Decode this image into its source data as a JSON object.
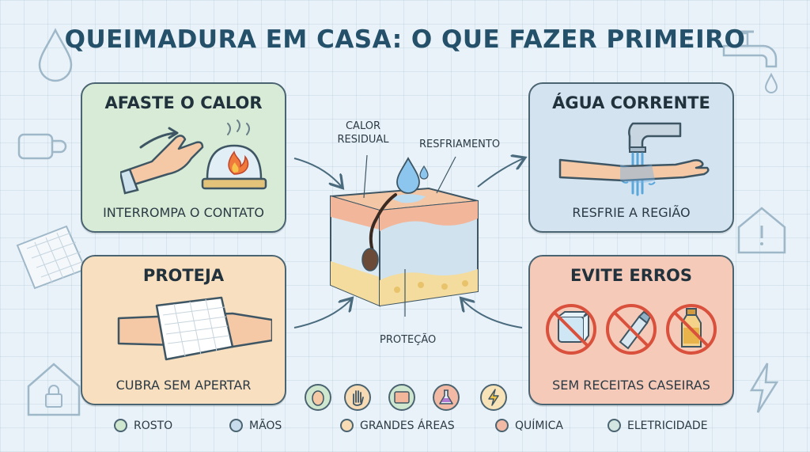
{
  "title": "QUEIMADURA EM CASA: O QUE FAZER PRIMEIRO",
  "cards": {
    "afaste": {
      "heading": "AFASTE O CALOR",
      "caption": "INTERROMPA O CONTATO",
      "color": "#d7ebd6"
    },
    "agua": {
      "heading": "ÁGUA CORRENTE",
      "caption": "RESFRIE A REGIÃO",
      "color": "#d3e3f0"
    },
    "proteja": {
      "heading": "PROTEJA",
      "caption": "CUBRA SEM APERTAR",
      "color": "#f8dfbf"
    },
    "evite": {
      "heading": "EVITE ERROS",
      "caption": "SEM RECEITAS CASEIRAS",
      "color": "#f6cab8"
    }
  },
  "center": {
    "calor_residual": "CALOR\nRESIDUAL",
    "resfriamento": "RESFRIAMENTO",
    "protecao": "PROTEÇÃO"
  },
  "categories": {
    "icons": [
      "face-icon",
      "hand-icon",
      "large-area-icon",
      "chemical-flask-icon",
      "electricity-bolt-icon"
    ],
    "legend": [
      {
        "label": "ROSTO",
        "color": "#cfe6cf"
      },
      {
        "label": "MÃOS",
        "color": "#c7dced"
      },
      {
        "label": "GRANDES ÁREAS",
        "color": "#f6dbb4"
      },
      {
        "label": "QUÍMICA",
        "color": "#f2b9a4"
      },
      {
        "label": "ELETRICIDADE",
        "color": "#d3e6e2"
      }
    ]
  },
  "colors": {
    "title": "#24506a",
    "border": "#4b6472",
    "prohibition": "#d9513c"
  }
}
